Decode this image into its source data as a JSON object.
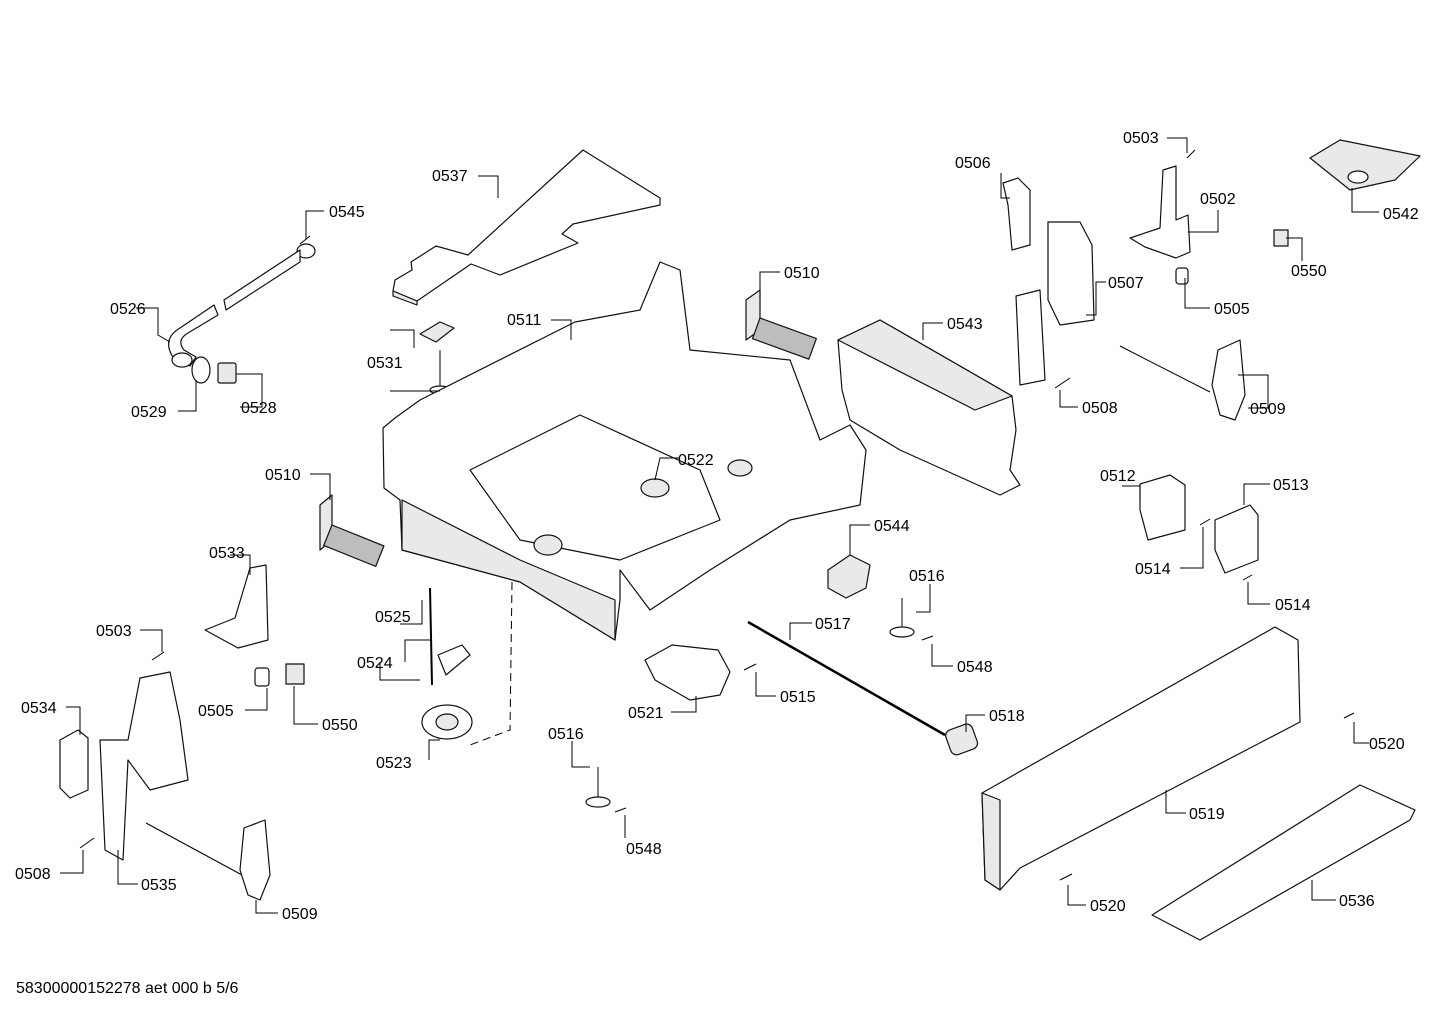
{
  "callouts": {
    "c0503a": "0503",
    "c0506": "0506",
    "c0502": "0502",
    "c0542": "0542",
    "c0537": "0537",
    "c0545": "0545",
    "c0510a": "0510",
    "c0511": "0511",
    "c0543": "0543",
    "c0507": "0507",
    "c0550a": "0550",
    "c0505a": "0505",
    "c0526": "0526",
    "c0531": "0531",
    "c0529": "0529",
    "c0528": "0528",
    "c0508a": "0508",
    "c0509a": "0509",
    "c0522": "0522",
    "c0510b": "0510",
    "c0512": "0512",
    "c0513": "0513",
    "c0544": "0544",
    "c0533": "0533",
    "c0514a": "0514",
    "c0514b": "0514",
    "c0516a": "0516",
    "c0525": "0525",
    "c0503b": "0503",
    "c0517": "0517",
    "c0548a": "0548",
    "c0524": "0524",
    "c0521": "0521",
    "c0515": "0515",
    "c0534": "0534",
    "c0505b": "0505",
    "c0550b": "0550",
    "c0518": "0518",
    "c0520a": "0520",
    "c0523": "0523",
    "c0516b": "0516",
    "c0519": "0519",
    "c0548b": "0548",
    "c0508b": "0508",
    "c0535": "0535",
    "c0520b": "0520",
    "c0536": "0536",
    "c0509b": "0509"
  },
  "footer": {
    "code": "58300000152278 aet 000 b 5/6"
  }
}
